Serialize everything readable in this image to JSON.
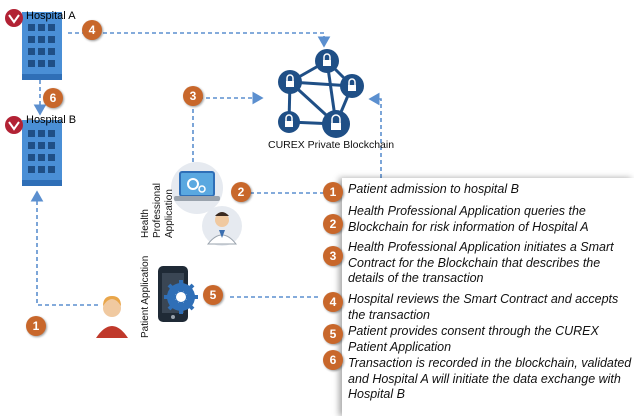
{
  "nodes": {
    "hospital_a": "Hospital A",
    "hospital_b": "Hospital B",
    "blockchain": "CUREX Private Blockchain",
    "hp_app": "Health Professional Application",
    "patient_app": "Patient Application"
  },
  "diagram_badges": [
    "4",
    "6",
    "3",
    "2",
    "5",
    "1"
  ],
  "steps": [
    {
      "num": "1",
      "text": "Patient admission to hospital B"
    },
    {
      "num": "2",
      "text": "Health Professional Application queries the Blockchain for risk information of Hospital A"
    },
    {
      "num": "3",
      "text": "Health Professional Application initiates a Smart Contract for the Blockchain that describes the details of the transaction"
    },
    {
      "num": "4",
      "text": "Hospital reviews the Smart Contract and accepts the transaction"
    },
    {
      "num": "5",
      "text": "Patient provides consent through the CUREX Patient Application"
    },
    {
      "num": "6",
      "text": "Transaction is recorded in the blockchain, validated and Hospital A will initiate the data exchange with Hospital B"
    }
  ],
  "colors": {
    "accent": "#c8672b",
    "building": "#4a8fd6",
    "node": "#1f4f86",
    "arrow": "#5b8fcf"
  }
}
